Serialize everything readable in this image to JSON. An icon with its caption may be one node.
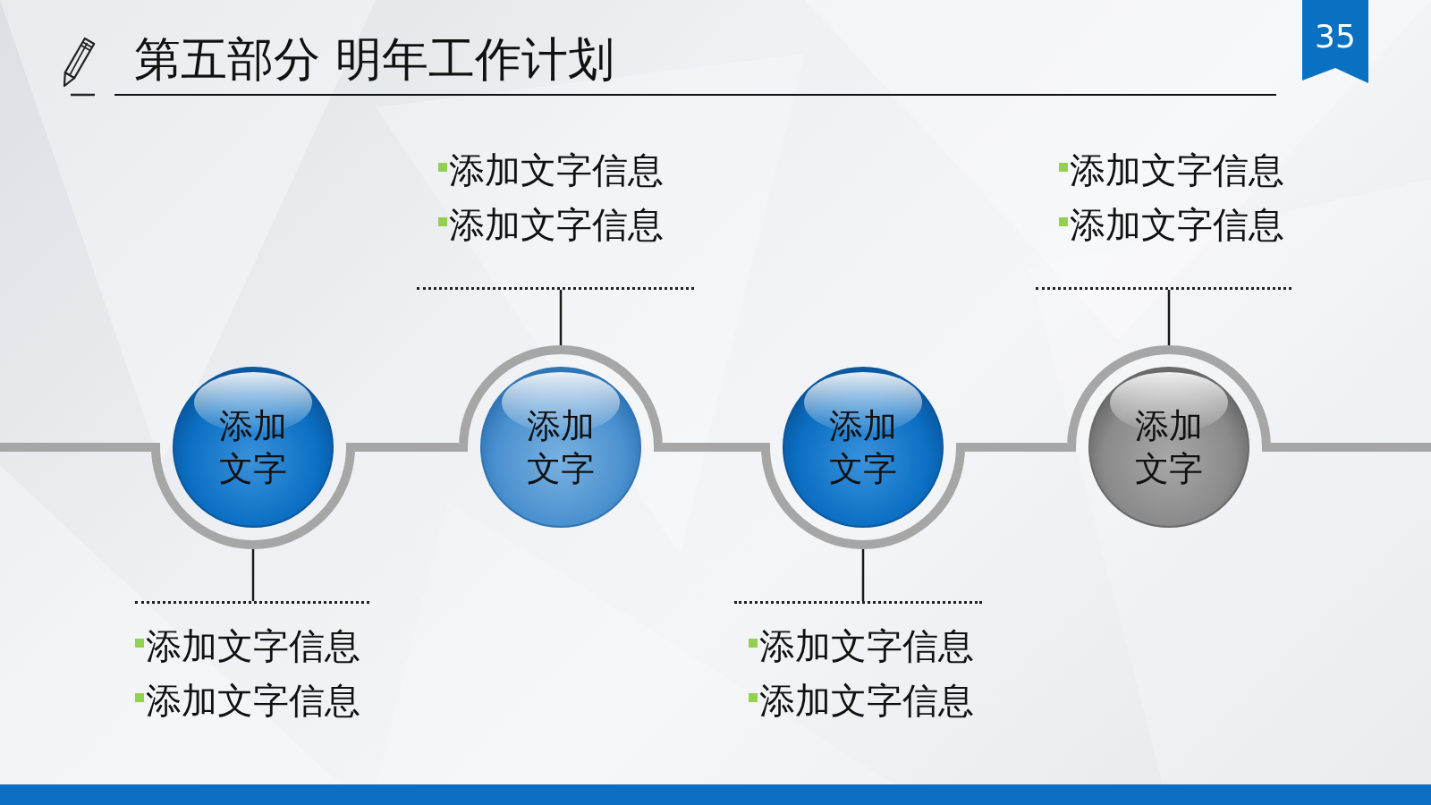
{
  "diagram": {
    "title": "第五部分 明年工作计划",
    "nodes": [
      {
        "text": [
          "35"
        ]
      },
      {
        "text": [
          "添加文字"
        ]
      },
      {
        "text": [
          "添加文字"
        ]
      },
      {
        "text": [
          "添加文字"
        ]
      },
      {
        "text": [
          "添加文字"
        ]
      },
      {
        "text": [
          "添加文字信息",
          "添加文字信息"
        ]
      },
      {
        "text": [
          "添加文字信息",
          "添加文字信息"
        ]
      },
      {
        "text": [
          "添加文字信息",
          "添加文字信息"
        ]
      },
      {
        "text": [
          "添加文字信息",
          "添加文字信息"
        ]
      }
    ],
    "edges": [
      {
        "from": null,
        "to": 1,
        "arrow": "none"
      },
      {
        "from": 1,
        "to": 2,
        "arrow": "none"
      },
      {
        "from": 2,
        "to": 3,
        "arrow": "none"
      },
      {
        "from": 3,
        "to": 4,
        "arrow": "none"
      },
      {
        "from": 4,
        "to": null,
        "arrow": "none"
      },
      {
        "from": 1,
        "to": 5,
        "arrow": "none",
        "color": "#1a1a1a"
      },
      {
        "from": 2,
        "to": 6,
        "arrow": "none",
        "color": "#1a1a1a"
      },
      {
        "from": 3,
        "to": 7,
        "arrow": "none",
        "color": "#1a1a1a"
      },
      {
        "from": 4,
        "to": 8,
        "arrow": "none",
        "color": "#1a1a1a"
      }
    ]
  }
}
